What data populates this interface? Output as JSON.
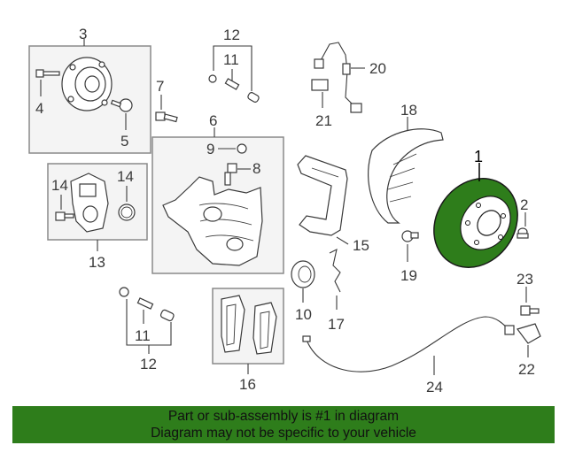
{
  "callouts": {
    "c1": "1",
    "c2": "2",
    "c3": "3",
    "c4": "4",
    "c5": "5",
    "c6": "6",
    "c7": "7",
    "c8": "8",
    "c9": "9",
    "c10": "10",
    "c11a": "11",
    "c11b": "11",
    "c12a": "12",
    "c12b": "12",
    "c13": "13",
    "c14a": "14",
    "c14b": "14",
    "c15": "15",
    "c16": "16",
    "c17": "17",
    "c18": "18",
    "c19": "19",
    "c20": "20",
    "c21": "21",
    "c22": "22",
    "c23": "23",
    "c24": "24"
  },
  "banner": {
    "line1": "Part or sub-assembly is #1 in diagram",
    "line2": "Diagram may not be specific to your vehicle"
  },
  "colors": {
    "highlight_part": "#2e7d1b",
    "banner_bg": "#2e7d1b"
  }
}
